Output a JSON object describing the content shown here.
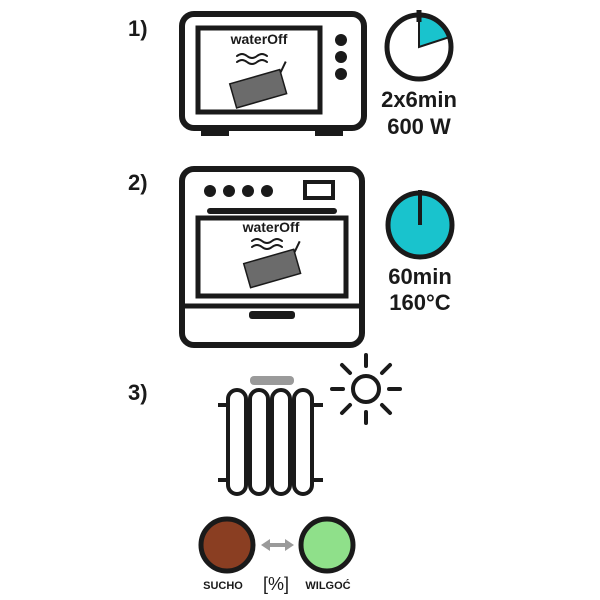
{
  "steps": [
    {
      "number": "1)",
      "appliance": "microwave",
      "brand_label": "waterOff",
      "timer_fill_fraction": 0.2,
      "time_text": "2x6min",
      "setting_text": "600 W"
    },
    {
      "number": "2)",
      "appliance": "oven",
      "brand_label": "waterOff",
      "timer_fill_fraction": 1.0,
      "time_text": "60min",
      "setting_text": "160°C"
    },
    {
      "number": "3)",
      "appliance": "radiator",
      "extra_icon": "sun-icon"
    }
  ],
  "indicator": {
    "dry_label": "SUCHO",
    "percent_label": "[%]",
    "wet_label": "WILGOĆ",
    "dry_color": "#8a3e22",
    "wet_color": "#8fe08a"
  },
  "colors": {
    "accent": "#19c3cd",
    "stroke": "#1a1a1a",
    "pouch": "#6b6b6b"
  }
}
